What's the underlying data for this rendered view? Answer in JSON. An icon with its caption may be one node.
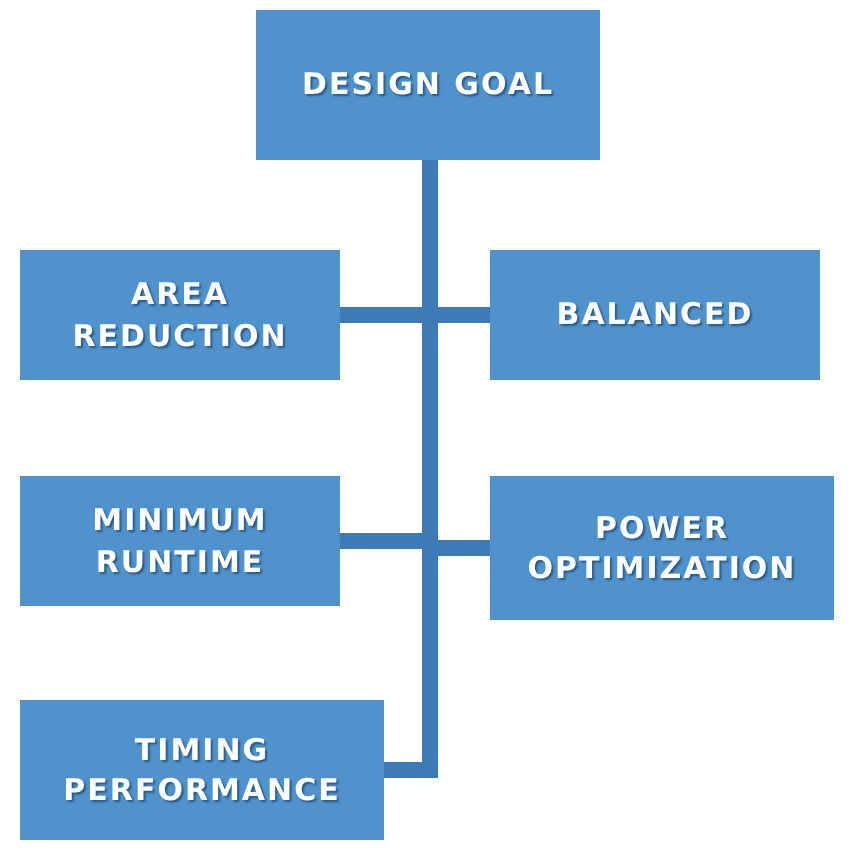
{
  "diagram": {
    "nodes": [
      {
        "text": [
          "DESIGN GOAL"
        ]
      },
      {
        "text": [
          "AREA REDUCTION"
        ]
      },
      {
        "text": [
          "BALANCED"
        ]
      },
      {
        "text": [
          "MINIMUM RUNTIME"
        ]
      },
      {
        "text": [
          "POWER OPTIMIZATION"
        ]
      },
      {
        "text": [
          "TIMING PERFORMANCE"
        ]
      }
    ],
    "edges": [
      {
        "from": 0,
        "to": 1,
        "arrow": "none"
      },
      {
        "from": 0,
        "to": 2,
        "arrow": "none"
      },
      {
        "from": 0,
        "to": 3,
        "arrow": "none"
      },
      {
        "from": 0,
        "to": 4,
        "arrow": "none"
      },
      {
        "from": 0,
        "to": 5,
        "arrow": "none"
      }
    ]
  }
}
